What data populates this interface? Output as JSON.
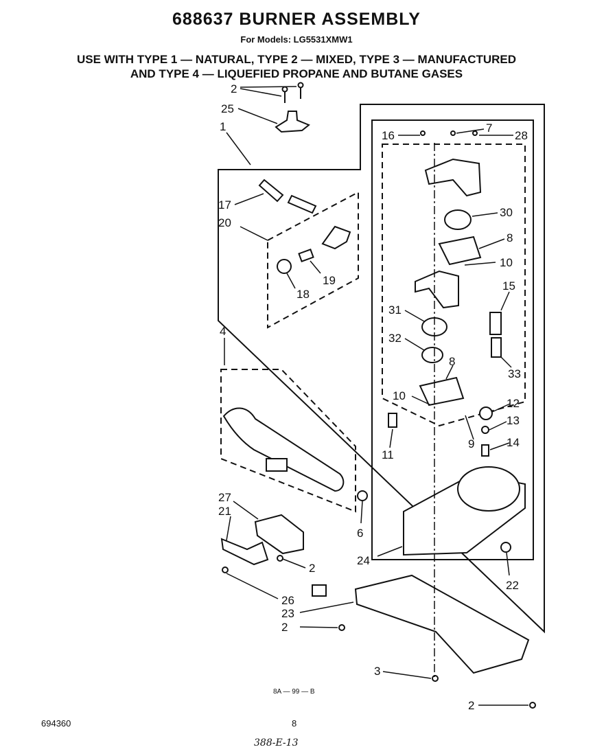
{
  "header": {
    "title": "688637 BURNER ASSEMBLY",
    "models": "For Models: LG5531XMW1",
    "use_line1": "USE WITH TYPE 1 — NATURAL, TYPE 2 — MIXED, TYPE 3 — MANUFACTURED",
    "use_line2": "AND TYPE 4 — LIQUEFIED PROPANE AND BUTANE GASES"
  },
  "callouts": {
    "c1": "1",
    "c2a": "2",
    "c2b": "2",
    "c2c": "2",
    "c2d": "2",
    "c3": "3",
    "c4": "4",
    "c6": "6",
    "c7": "7",
    "c8a": "8",
    "c8b": "8",
    "c9": "9",
    "c10a": "10",
    "c10b": "10",
    "c11": "11",
    "c12": "12",
    "c13": "13",
    "c14": "14",
    "c15": "15",
    "c16": "16",
    "c17": "17",
    "c18": "18",
    "c19": "19",
    "c20": "20",
    "c21": "21",
    "c22": "22",
    "c23": "23",
    "c24": "24",
    "c25": "25",
    "c26": "26",
    "c27": "27",
    "c28": "28",
    "c30": "30",
    "c31": "31",
    "c32": "32",
    "c33": "33"
  },
  "drawing_code": "8A — 99 — B",
  "footer": {
    "doc_number": "694360",
    "page_number": "8",
    "handwritten_note": "388-E-13"
  }
}
